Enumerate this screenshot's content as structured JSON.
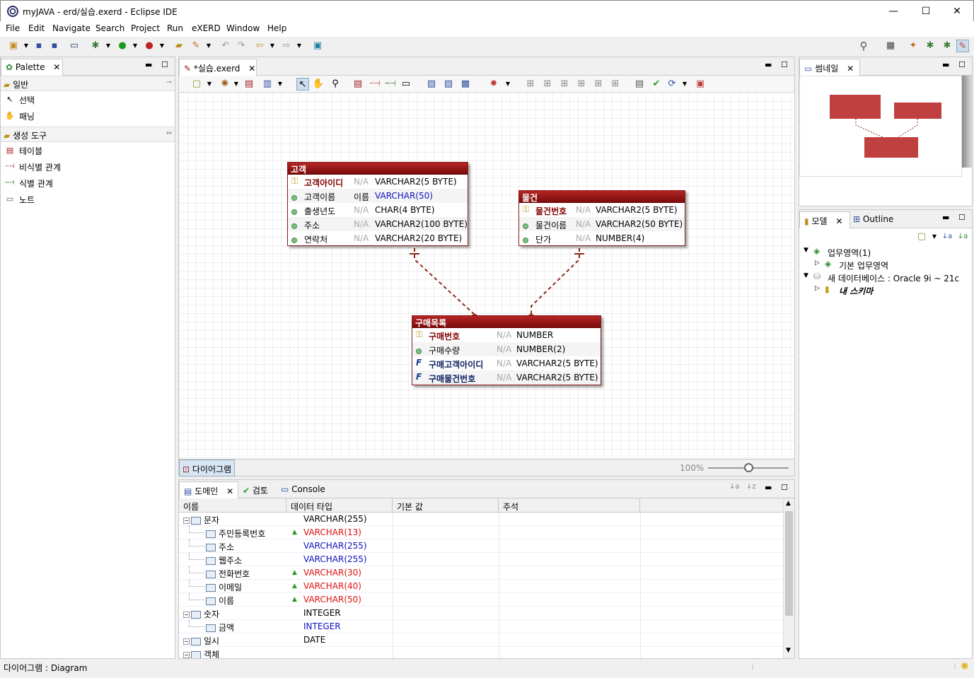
{
  "window": {
    "title": "myJAVA - erd/실습.exerd - Eclipse IDE",
    "minimize": "—",
    "maximize": "☐",
    "close": "✕"
  },
  "menu": [
    "File",
    "Edit",
    "Navigate",
    "Search",
    "Project",
    "Run",
    "eXERD",
    "Window",
    "Help"
  ],
  "palette": {
    "tab": "Palette",
    "groups": [
      {
        "label": "일반",
        "items": [
          "선택",
          "패닝"
        ]
      },
      {
        "label": "생성 도구",
        "items": [
          "테이블",
          "비식별 관계",
          "식별 관계",
          "노트"
        ]
      }
    ]
  },
  "editor": {
    "tab": "*실습.exerd",
    "bottom_tab": "다이어그램",
    "zoom": "100%",
    "zoom_level": 0.5
  },
  "entities": {
    "customer": {
      "name": "고객",
      "cols": [
        {
          "name": "고객아이디",
          "logical": "N/A",
          "type": "VARCHAR2(5 BYTE)",
          "key": "pk"
        },
        {
          "name": "고객이름",
          "logical": "이름",
          "type": "VARCHAR(50)",
          "key": "",
          "typeColor": "blue"
        },
        {
          "name": "출생년도",
          "logical": "N/A",
          "type": "CHAR(4 BYTE)",
          "key": ""
        },
        {
          "name": "주소",
          "logical": "N/A",
          "type": "VARCHAR2(100 BYTE)",
          "key": ""
        },
        {
          "name": "연락처",
          "logical": "N/A",
          "type": "VARCHAR2(20 BYTE)",
          "key": ""
        }
      ]
    },
    "product": {
      "name": "물건",
      "cols": [
        {
          "name": "물건번호",
          "logical": "N/A",
          "type": "VARCHAR2(5 BYTE)",
          "key": "pk"
        },
        {
          "name": "물건이름",
          "logical": "N/A",
          "type": "VARCHAR2(50 BYTE)",
          "key": ""
        },
        {
          "name": "단가",
          "logical": "N/A",
          "type": "NUMBER(4)",
          "key": ""
        }
      ]
    },
    "purchase": {
      "name": "구매목록",
      "cols": [
        {
          "name": "구매번호",
          "logical": "N/A",
          "type": "NUMBER",
          "key": "pk"
        },
        {
          "name": "구매수량",
          "logical": "N/A",
          "type": "NUMBER(2)",
          "key": ""
        },
        {
          "name": "구매고객아이디",
          "logical": "N/A",
          "type": "VARCHAR2(5 BYTE)",
          "key": "fk"
        },
        {
          "name": "구매물건번호",
          "logical": "N/A",
          "type": "VARCHAR2(5 BYTE)",
          "key": "fk"
        }
      ]
    }
  },
  "thumbnail": {
    "tab": "썸네일"
  },
  "model": {
    "tab1": "모델",
    "tab2": "Outline",
    "tree": [
      {
        "label": "업무영역(1)",
        "indent": 0
      },
      {
        "label": "기본 업무영역",
        "indent": 1
      },
      {
        "label": "새 데이터베이스 : Oracle 9i ~ 21c",
        "indent": 0
      },
      {
        "label": "내 스키마",
        "indent": 1
      }
    ]
  },
  "bottom": {
    "tabs": [
      "도메인",
      "검토",
      "Console"
    ],
    "columns": [
      "이름",
      "데이터 타입",
      "기본 값",
      "주석"
    ],
    "rows": [
      {
        "name": "문자",
        "type": "VARCHAR(255)",
        "level": 0,
        "color": "black",
        "mark": false
      },
      {
        "name": "주민등록번호",
        "type": "VARCHAR(13)",
        "level": 1,
        "color": "red",
        "mark": true
      },
      {
        "name": "주소",
        "type": "VARCHAR(255)",
        "level": 1,
        "color": "blue",
        "mark": false
      },
      {
        "name": "웹주소",
        "type": "VARCHAR(255)",
        "level": 1,
        "color": "blue",
        "mark": false
      },
      {
        "name": "전화번호",
        "type": "VARCHAR(30)",
        "level": 1,
        "color": "red",
        "mark": true
      },
      {
        "name": "이메일",
        "type": "VARCHAR(40)",
        "level": 1,
        "color": "red",
        "mark": true
      },
      {
        "name": "이름",
        "type": "VARCHAR(50)",
        "level": 1,
        "color": "red",
        "mark": true
      },
      {
        "name": "숫자",
        "type": "INTEGER",
        "level": 0,
        "color": "black",
        "mark": false
      },
      {
        "name": "금액",
        "type": "INTEGER",
        "level": 1,
        "color": "blue",
        "mark": false
      },
      {
        "name": "일시",
        "type": "DATE",
        "level": 0,
        "color": "black",
        "mark": false
      },
      {
        "name": "객체",
        "type": "",
        "level": 0,
        "color": "black",
        "mark": false
      }
    ]
  },
  "status": {
    "text": "다이어그램 : Diagram"
  }
}
